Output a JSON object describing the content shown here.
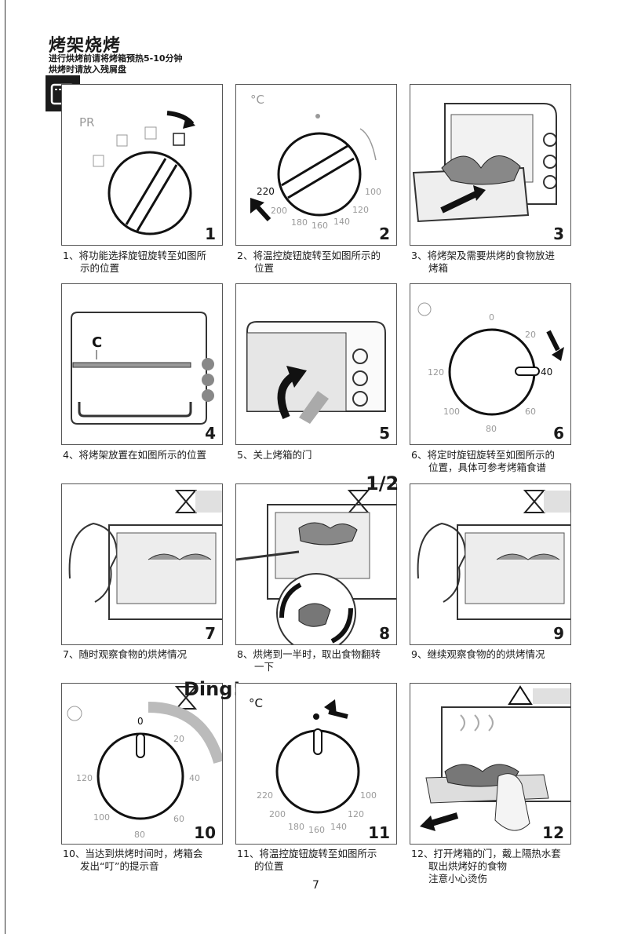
{
  "header": {
    "title": "烤架烧烤",
    "line1": "进行烘烤前请将烤箱预热5-10分钟",
    "line2": "烘烤时请放入残屑盘"
  },
  "panels": [
    {
      "num": "1",
      "cap1": "1、将功能选择旋钮旋转至如图所",
      "cap2": "示的位置",
      "cap3": ""
    },
    {
      "num": "2",
      "cap1": "2、将温控旋钮旋转至如图所示的",
      "cap2": "位置",
      "cap3": ""
    },
    {
      "num": "3",
      "cap1": "3、将烤架及需要烘烤的食物放进",
      "cap2": "烤箱",
      "cap3": ""
    },
    {
      "num": "4",
      "cap1": "4、将烤架放置在如图所示的位置",
      "cap2": "",
      "cap3": ""
    },
    {
      "num": "5",
      "cap1": "5、关上烤箱的门",
      "cap2": "",
      "cap3": ""
    },
    {
      "num": "6",
      "cap1": "6、将定时旋钮旋转至如图所示的",
      "cap2": "位置，具体可参考烤箱食谱",
      "cap3": ""
    },
    {
      "num": "7",
      "cap1": "7、随时观察食物的烘烤情况",
      "cap2": "",
      "cap3": ""
    },
    {
      "num": "8",
      "cap1": "8、烘烤到一半时，取出食物翻转",
      "cap2": "一下",
      "cap3": ""
    },
    {
      "num": "9",
      "cap1": "9、继续观察食物的的烘烤情况",
      "cap2": "",
      "cap3": ""
    },
    {
      "num": "10",
      "cap1": "10、当达到烘烤时间时，烤箱会",
      "cap2": "发出“叮”的提示音",
      "cap3": ""
    },
    {
      "num": "11",
      "cap1": "11、将温控旋钮旋转至如图所示",
      "cap2": "的位置",
      "cap3": ""
    },
    {
      "num": "12",
      "cap1": "12、打开烤箱的门，戴上隔热水套",
      "cap2": "取出烘烤好的食物",
      "cap3": "注意小心烫伤"
    }
  ],
  "labels": {
    "pr": "PR",
    "celsius": "°C",
    "t220": "220",
    "t200": "200",
    "t180": "180",
    "t160": "160",
    "t140": "140",
    "t120": "120",
    "t100": "100",
    "m0": "0",
    "m20": "20",
    "m40": "40",
    "m60": "60",
    "m80": "80",
    "m100": "100",
    "m120": "120",
    "rack": "C",
    "ding": "Ding!",
    "half": "1/2"
  },
  "page_number": "7"
}
